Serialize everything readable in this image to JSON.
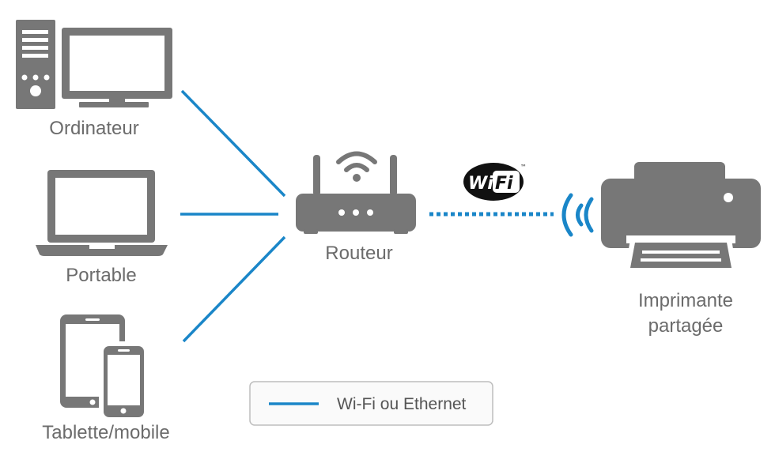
{
  "devices": {
    "computer": {
      "label": "Ordinateur"
    },
    "laptop": {
      "label": "Portable"
    },
    "tablet": {
      "label": "Tablette/mobile"
    }
  },
  "router": {
    "label": "Routeur"
  },
  "printer": {
    "label_line1": "Imprimante",
    "label_line2": "partagée"
  },
  "wifi_logo": {
    "text_wi": "Wi",
    "text_fi": "Fi",
    "trademark": "™"
  },
  "legend": {
    "label": "Wi-Fi ou Ethernet"
  },
  "colors": {
    "link": "#1a86c8",
    "device": "#777777",
    "label": "#6b6b6b",
    "legend_border": "#bdbdbd",
    "legend_bg": "#fafafa"
  }
}
